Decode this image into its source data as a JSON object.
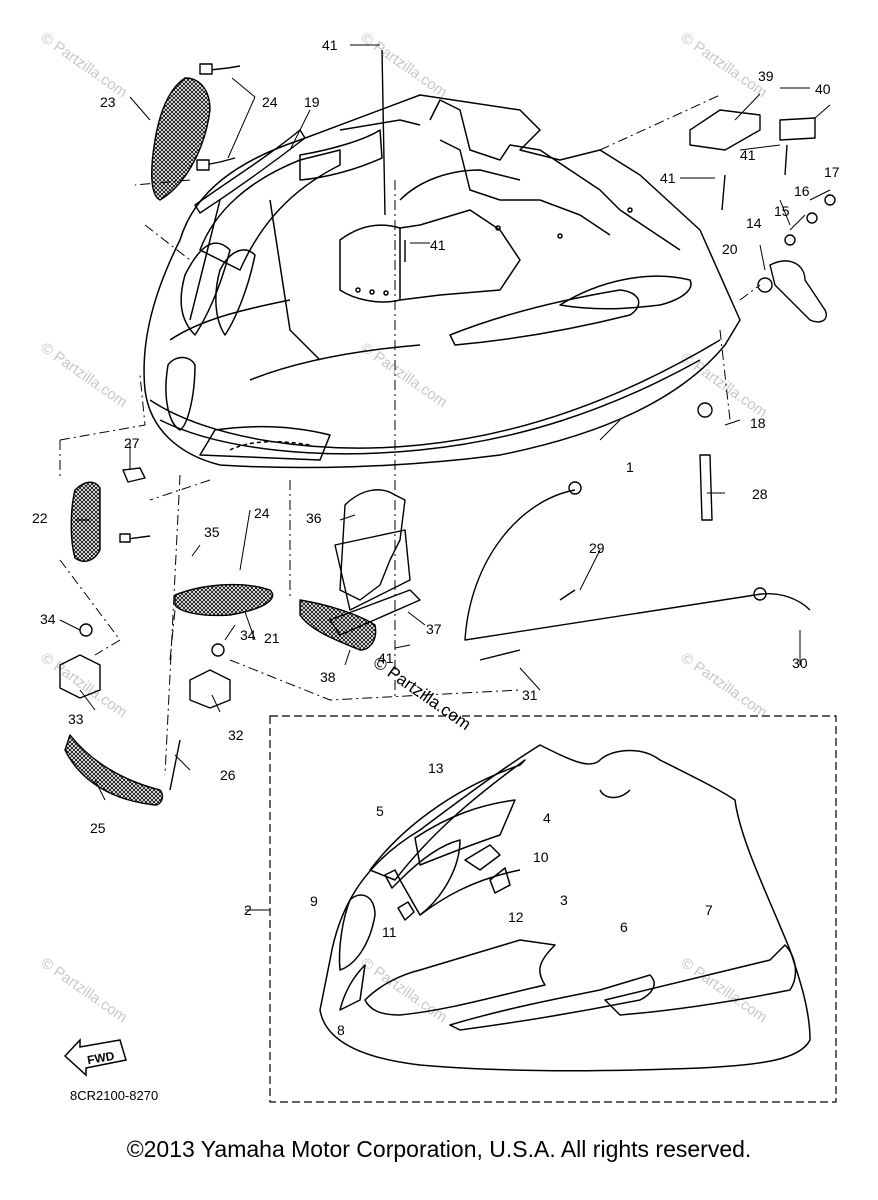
{
  "watermark": {
    "brand": "© Partzilla.com",
    "center_stamp": "© Partzilla.com"
  },
  "direction_marker": {
    "label": "FWD"
  },
  "catalog_code": "8CR2100-8270",
  "copyright": "©2013 Yamaha Motor Corporation, U.S.A. All rights reserved.",
  "callouts": [
    "1",
    "2",
    "3",
    "4",
    "5",
    "6",
    "7",
    "8",
    "9",
    "10",
    "11",
    "12",
    "13",
    "14",
    "15",
    "16",
    "17",
    "18",
    "19",
    "20",
    "21",
    "22",
    "23",
    "24",
    "24",
    "25",
    "26",
    "27",
    "28",
    "29",
    "30",
    "31",
    "32",
    "33",
    "34",
    "34",
    "35",
    "36",
    "37",
    "38",
    "39",
    "40",
    "41",
    "41",
    "41",
    "41",
    "41"
  ]
}
